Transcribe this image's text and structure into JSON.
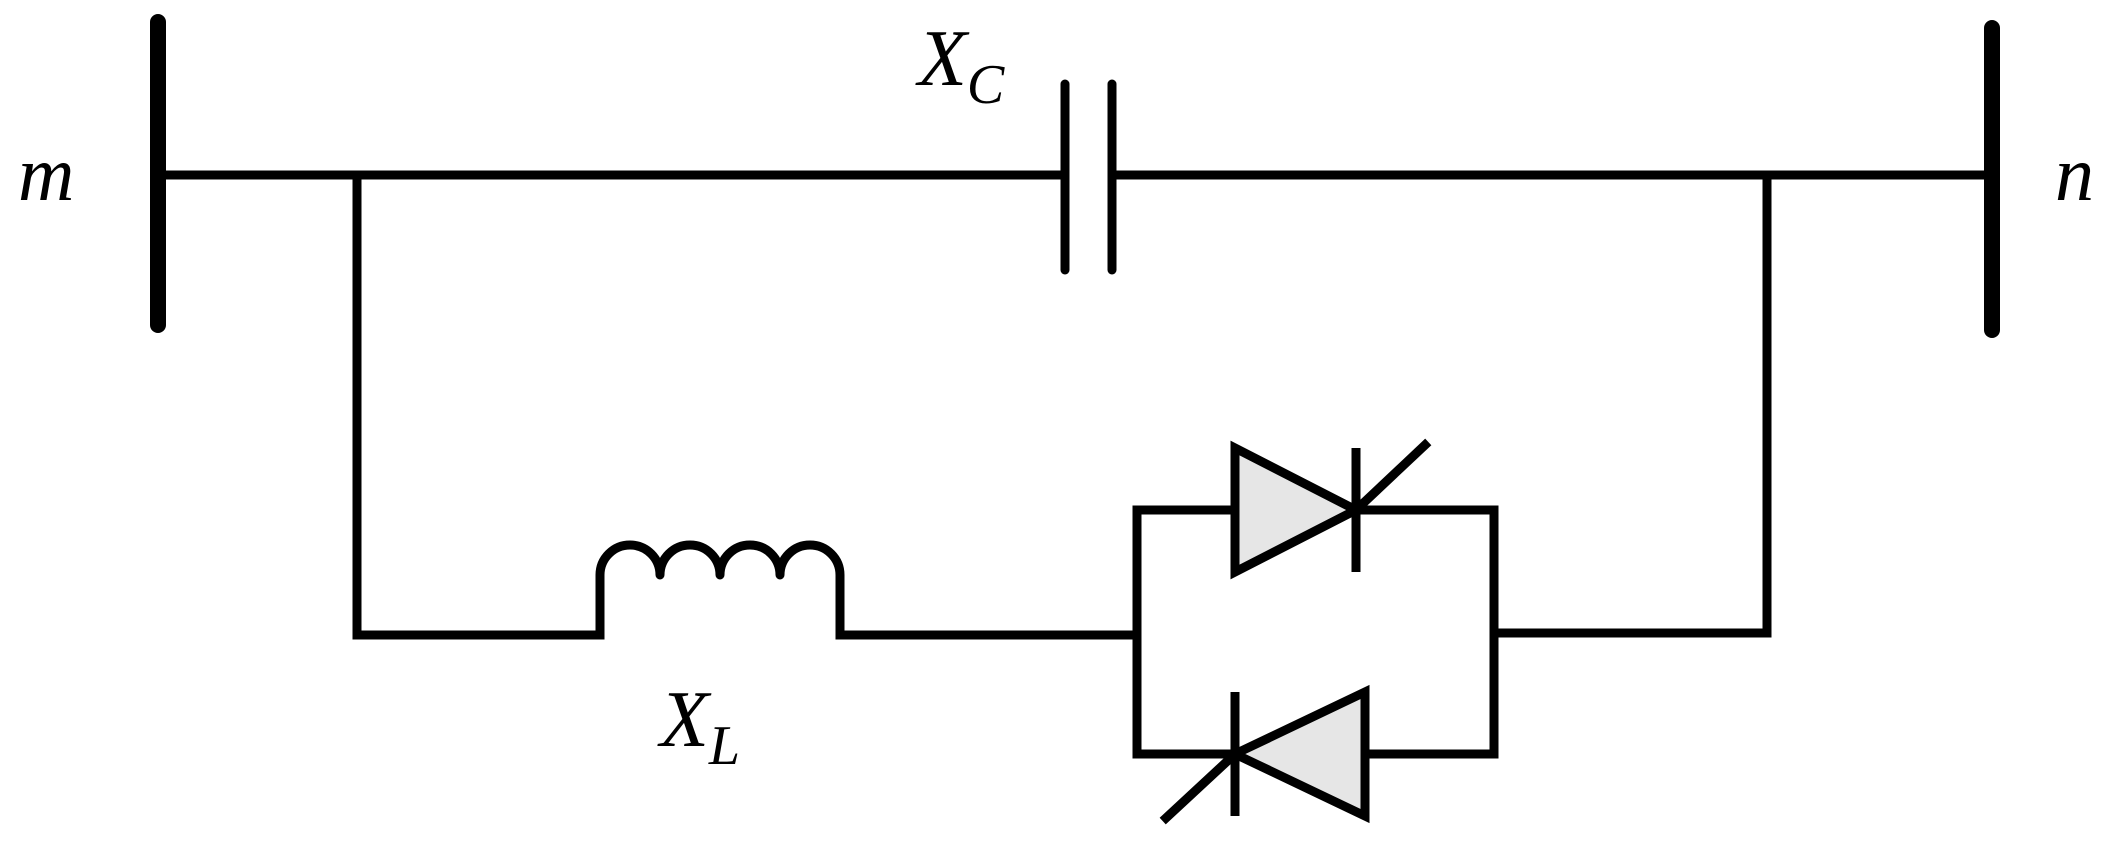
{
  "diagram": {
    "buses": {
      "left_label": "m",
      "right_label": "n"
    },
    "capacitor": {
      "symbol": "X",
      "subscript": "C"
    },
    "inductor": {
      "symbol": "X",
      "subscript": "L"
    },
    "thyristors": [
      {
        "direction": "forward"
      },
      {
        "direction": "reverse"
      }
    ]
  }
}
